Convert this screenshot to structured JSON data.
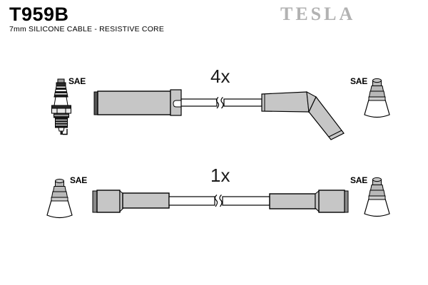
{
  "header": {
    "part_number": "T959B",
    "description": "7mm SILICONE CABLE - RESISTIVE CORE",
    "brand_logo": "TESLA"
  },
  "diagram": {
    "rows": [
      {
        "quantity": "4x",
        "left_label": "SAE",
        "right_label": "SAE",
        "left_icon": "spark-plug-icon",
        "right_icon": "sae-terminal-icon"
      },
      {
        "quantity": "1x",
        "left_label": "SAE",
        "right_label": "SAE",
        "left_icon": "sae-terminal-icon",
        "right_icon": "sae-terminal-icon"
      }
    ]
  },
  "colors": {
    "background": "#ffffff",
    "boot_fill": "#c6c6c6",
    "terminal_fill": "#b8b8b8",
    "outline": "#000000",
    "brand_gray": "#b2b2b2"
  }
}
